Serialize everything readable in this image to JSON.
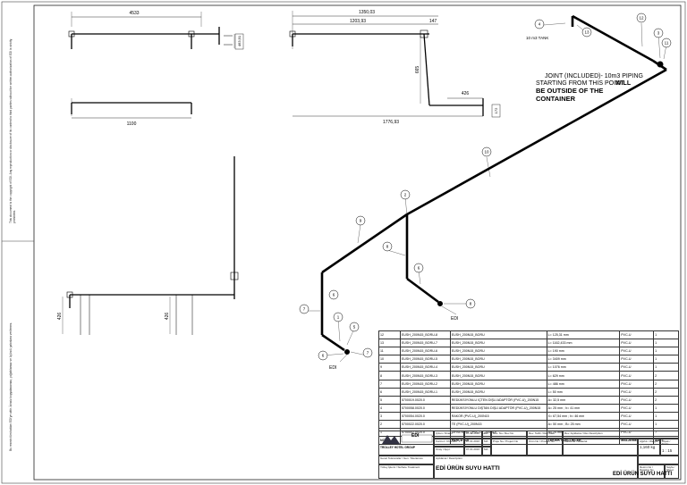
{
  "dimensions": {
    "top_left_width": "4533",
    "top_left_height": "463,91",
    "mid_left_width": "1100",
    "top_mid_overall": "1350,03",
    "top_mid_inner": "1203,93",
    "top_mid_147": "147",
    "top_mid_vertical": "665",
    "top_mid_426": "426",
    "top_mid_small": "172",
    "top_mid_bottom": "1776,93",
    "bottom_left_426": "426",
    "bottom_mid_426": "426"
  },
  "iso": {
    "tank_label": "10 m3 TANK",
    "joint_note_line1": "JOINT (INCLUDED)- 10m3 PIPING",
    "joint_note_line2": "STARTING FROM THIS POINT",
    "joint_note_bold": "WILL",
    "joint_note_line3": "BE OUTSIDE OF THE",
    "joint_note_line4": "CONTAINER",
    "edi_label_1": "EDI",
    "edi_label_2": "EDI",
    "balloons": [
      "4",
      "13",
      "12",
      "3",
      "11",
      "10",
      "2",
      "9",
      "8",
      "6",
      "7",
      "1",
      "5",
      "6",
      "7",
      "8",
      "6"
    ]
  },
  "side_notes": {
    "note1": "This document is the copyright of EDI. Any reproduction or disclosure of its content to third parties without the written authorization of EDI is strictly prohibited.",
    "note2": "Bu resmin tüm hakları EDI'ye aittir. İzinsiz kopyalanamaz, çoğaltılamaz ve üçüncü şahıslara verilemez."
  },
  "bom": {
    "header": {
      "no": "NO",
      "part_no": "PARÇA NO",
      "part_name": "PARÇA ADI",
      "spec": "TEKNİK ÖZELLİKLER",
      "material": "MALZEME",
      "qty": "ADET"
    },
    "rows": [
      {
        "no": "12",
        "part_no": "EUSH_200N15_BORU-8",
        "part_name": "EUSH_200N15_BORU",
        "spec": "L= 125,31 mm",
        "material": "PVC-U",
        "qty": "1"
      },
      {
        "no": "13",
        "part_no": "EUSH_200N15_BORU-7",
        "part_name": "EUSH_200N15_BORU",
        "spec": "L= 1162,433 mm",
        "material": "PVC-U",
        "qty": "1"
      },
      {
        "no": "11",
        "part_no": "EUSH_200N15_BORU-6",
        "part_name": "EUSH_200N15_BORU",
        "spec": "L= 190 mm",
        "material": "PVC-U",
        "qty": "1"
      },
      {
        "no": "10",
        "part_no": "EUSH_200N15_BORU-5",
        "part_name": "EUSH_200N15_BORU",
        "spec": "L= 3409 mm",
        "material": "PVC-U",
        "qty": "1"
      },
      {
        "no": "9",
        "part_no": "EUSH_200N15_BORU-4",
        "part_name": "EUSH_200N15_BORU",
        "spec": "L= 1076 mm",
        "material": "PVC-U",
        "qty": "1"
      },
      {
        "no": "8",
        "part_no": "EUSH_200N15_BORU-3",
        "part_name": "EUSH_200N15_BORU",
        "spec": "L= 629 mm",
        "material": "PVC-U",
        "qty": "2"
      },
      {
        "no": "7",
        "part_no": "EUSH_200N15_BORU-2",
        "part_name": "EUSH_200N15_BORU",
        "spec": "L= 486 mm",
        "material": "PVC-U",
        "qty": "2"
      },
      {
        "no": "6",
        "part_no": "EUSH_200N15_BORU-1",
        "part_name": "EUSH_200N15_BORU",
        "spec": "L= 50 mm",
        "material": "PVC-U",
        "qty": "2"
      },
      {
        "no": "5",
        "part_no": "5700019.0020.0",
        "part_name": "REDÜKSİYONLU İÇTEN DİŞLİ ADAPTÖR (PVC-U)_200N15",
        "spec": "A= 32,5 mm",
        "material": "PVC-U",
        "qty": "2"
      },
      {
        "no": "4",
        "part_no": "5700058.0020.0",
        "part_name": "REDÜKSİYONLU DIŞTAN DİŞLİ ADAPTÖR (PVC-U)_200N15",
        "spec": "A= 25 mm ; h= 41 mm",
        "material": "PVC-U",
        "qty": "1"
      },
      {
        "no": "3",
        "part_no": "5700054.0020.0",
        "part_name": "RAKOR (PVC-U)_200N15",
        "spec": "X= 67,54 mm ; h= 46 mm",
        "material": "PVC-U",
        "qty": "1"
      },
      {
        "no": "2",
        "part_no": "5700022.0020.0",
        "part_name": "TE (PVC-U)_200N15",
        "spec": "A= 50 mm ; B= 25 mm",
        "material": "PVC-U",
        "qty": "1"
      },
      {
        "no": "1",
        "part_no": "5700002.0020.0",
        "part_name": "DİRSEK_90° (PVC-U)_200N15",
        "spec": "A= 25 mm",
        "material": "PVC-U",
        "qty": "7"
      }
    ]
  },
  "title_block": {
    "company": "EDI",
    "company_sub": "TROLLEY HOTEL GROUP",
    "drawn_by_label": "Çizen / Drawn",
    "drawn_date": "07.01.2016",
    "drawn_initials": "MA",
    "checked_label": "Kontrol / Checked",
    "checked_date": "07.01.2016",
    "checked_initials": "MA",
    "approved_label": "Onay / Appr.",
    "approved_date": "07.01.2016",
    "approved_initials": "MA",
    "rev_label": "Rev. No / Rev No",
    "rev_date_label": "Rev. Tarihi / Rev Date",
    "rev_desc_label": "Rev. Açıklama / Rev Description",
    "project_label": "Proje No / Project No",
    "product_label": "Ürün No / Product No",
    "material_label": "Malzeme / Material",
    "weight_label": "Ağırlık / Weight",
    "weight_value": "1,160 kg",
    "scale_label": "Ölçek / Scale",
    "scale_value": "1 : 15",
    "tolerance_label": "Genel Toleranslar / Gen. Tolerances",
    "surface_label": "Yüzey İşlemi / Surface Treatment",
    "description_label": "Açıklama / Description",
    "title_left": "EDİ ÜRÜN SUYU HATTI",
    "drawing_no_label": "Resim No / Drawing No",
    "sheet_label": "Sayfa / Sheet",
    "title_right": "EDİ ÜRÜN SUYU HATTI"
  }
}
